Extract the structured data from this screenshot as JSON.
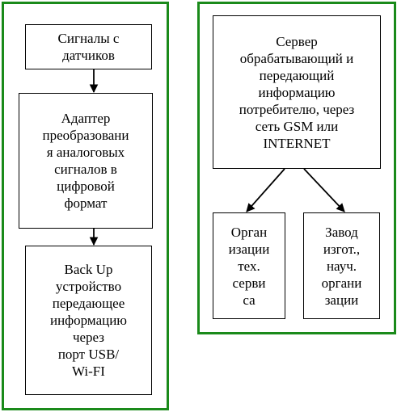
{
  "colors": {
    "panel_border": "#1a8a1a",
    "box_border": "#000000",
    "background": "#ffffff"
  },
  "left_panel": {
    "boxes": [
      {
        "label": "Сигналы с\nдатчиков"
      },
      {
        "label": "Адаптер\nпреобразовани\nя аналоговых\nсигналов в\nцифровой\nформат"
      },
      {
        "label": "Back Up\nустройство\nпередающее\nинформацию\nчерез\nпорт USB/\nWi-FI"
      }
    ]
  },
  "right_panel": {
    "boxes": [
      {
        "label": "Сервер\nобрабатывающий и\nпередающий\nинформацию\nпотребителю, через\nсеть GSM или\nINTERNET"
      },
      {
        "label": "Орган\nизации\nтех.\nсерви\nса"
      },
      {
        "label": "Завод\nизгот.,\nнауч.\nоргани\nзации"
      }
    ]
  }
}
